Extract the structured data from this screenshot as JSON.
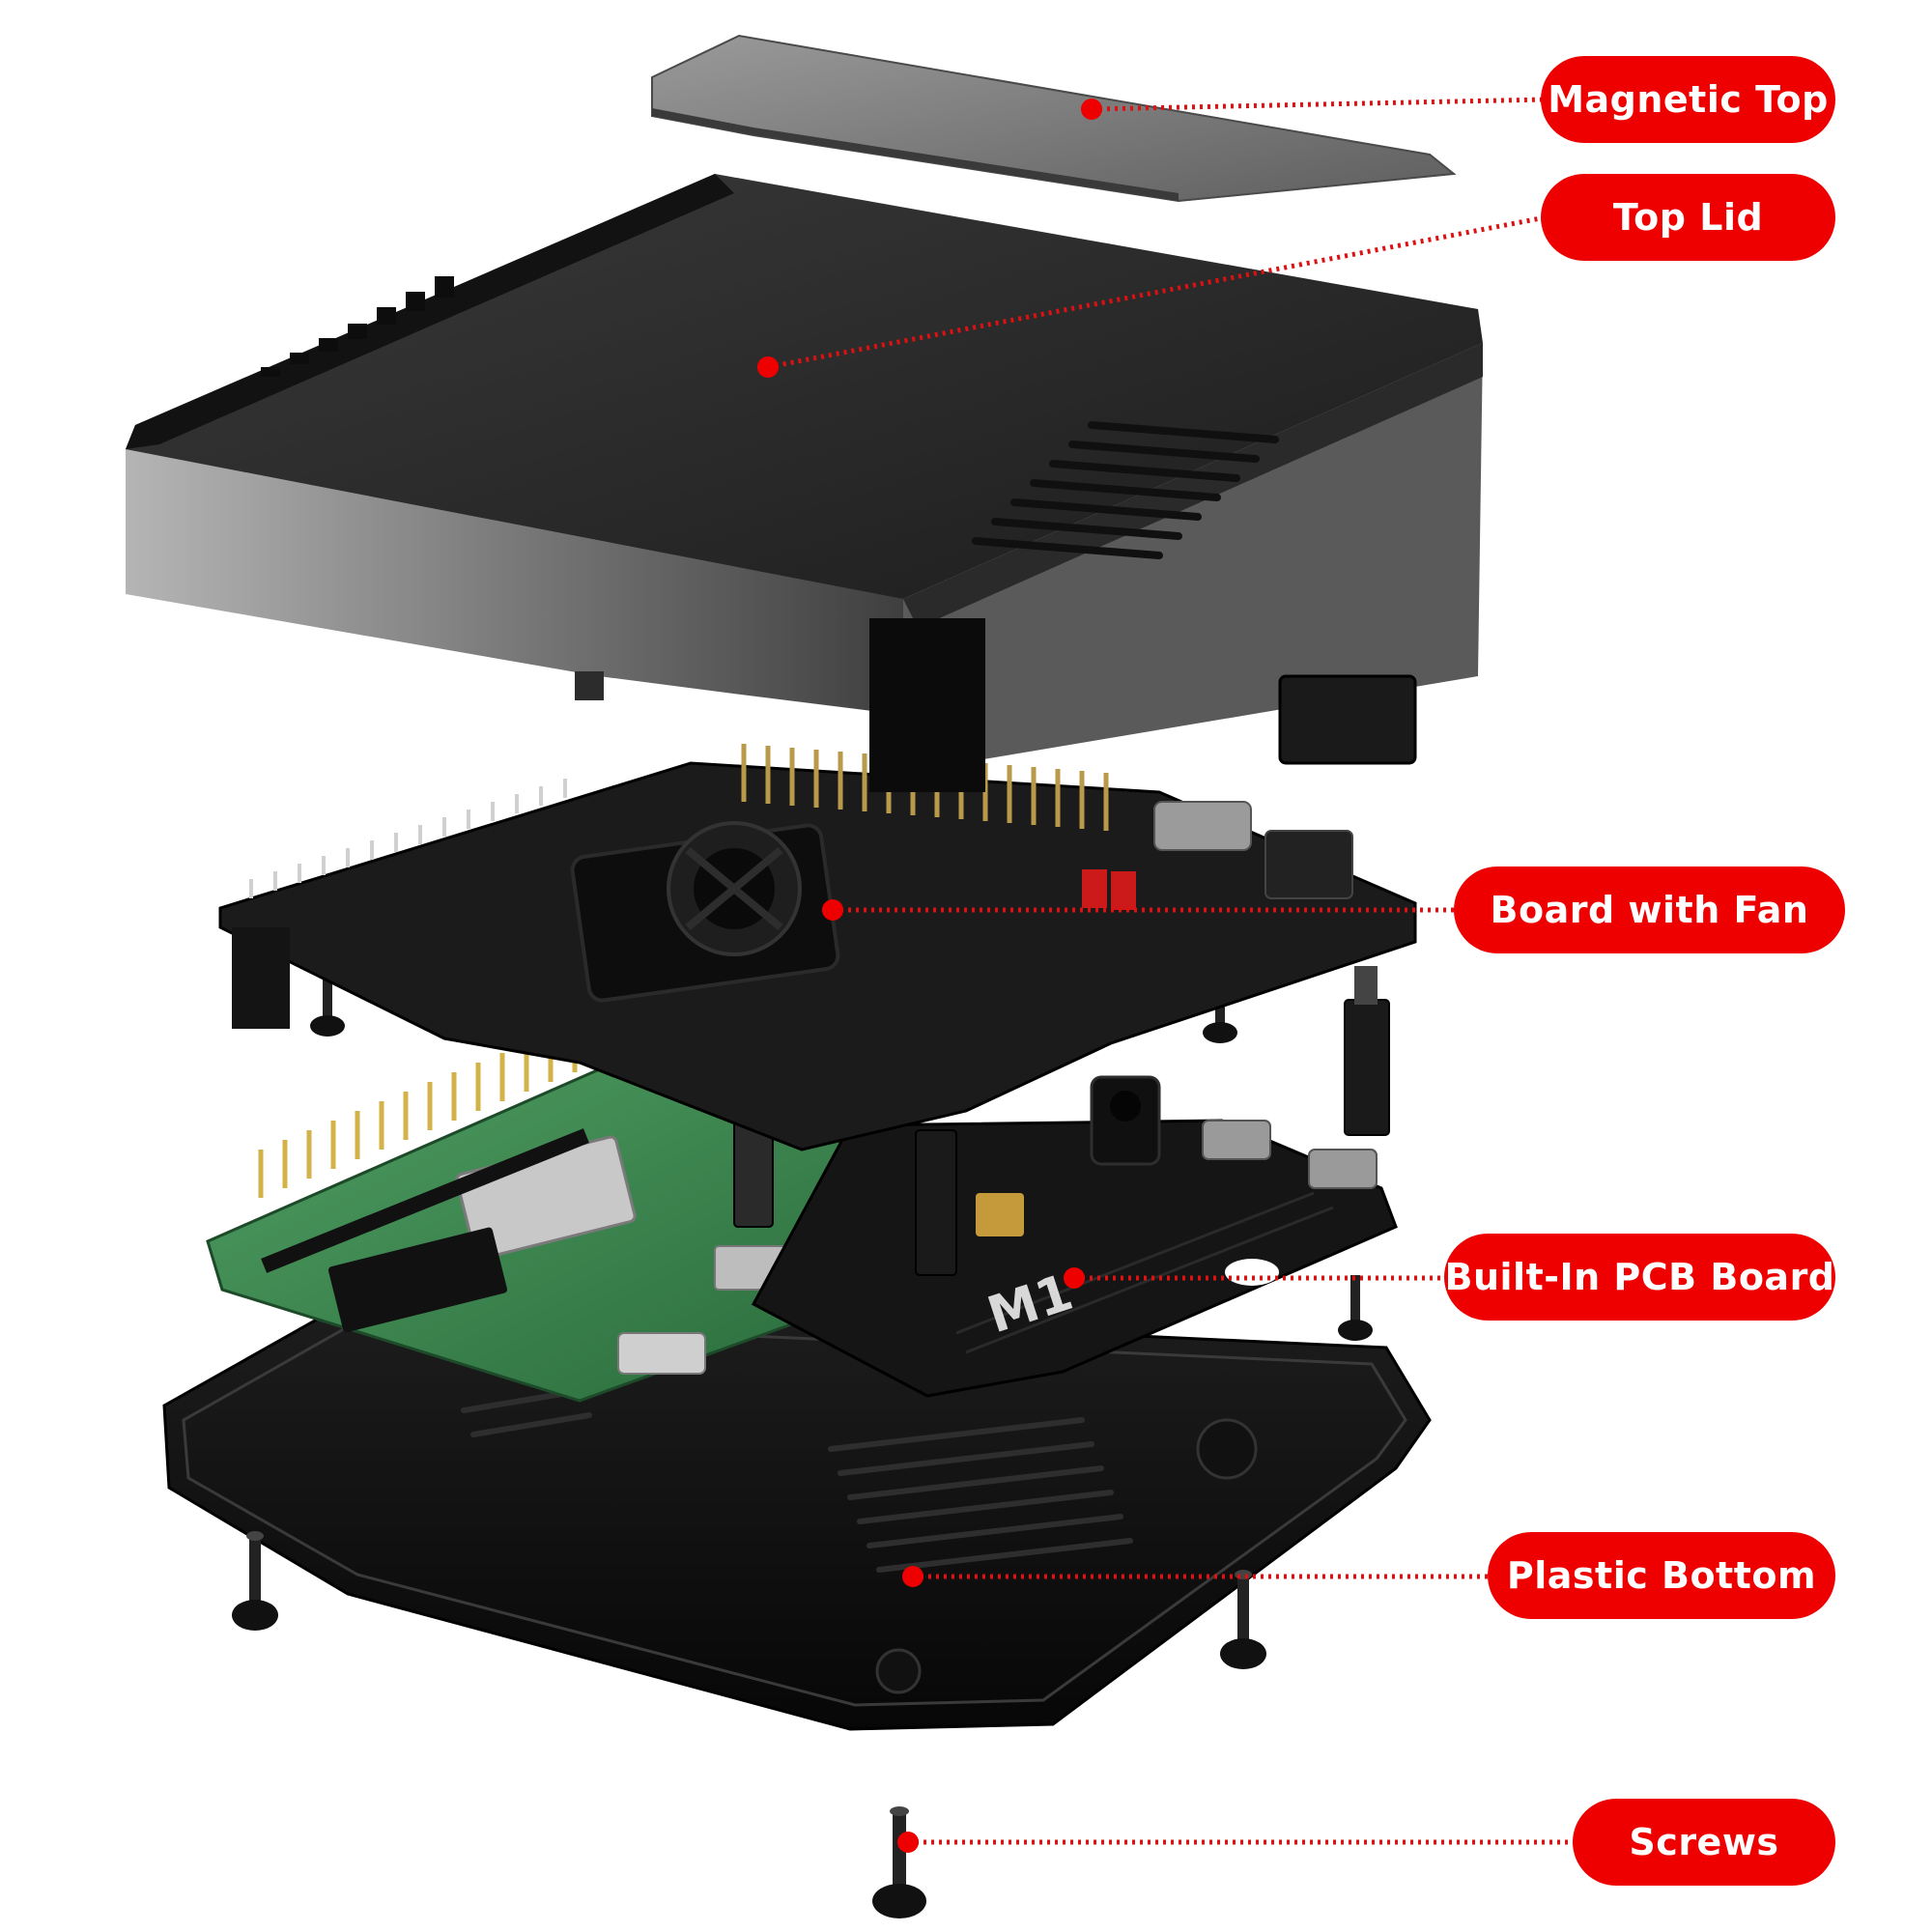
{
  "accent_color": "#ee0000",
  "board_mark": "M1",
  "callouts": [
    {
      "id": "magnetic-top",
      "label": "Magnetic Top"
    },
    {
      "id": "top-lid",
      "label": "Top Lid"
    },
    {
      "id": "board-with-fan",
      "label": "Board with Fan"
    },
    {
      "id": "built-in-pcb-board",
      "label": "Built-In PCB Board"
    },
    {
      "id": "plastic-bottom",
      "label": "Plastic Bottom"
    },
    {
      "id": "screws",
      "label": "Screws"
    }
  ]
}
